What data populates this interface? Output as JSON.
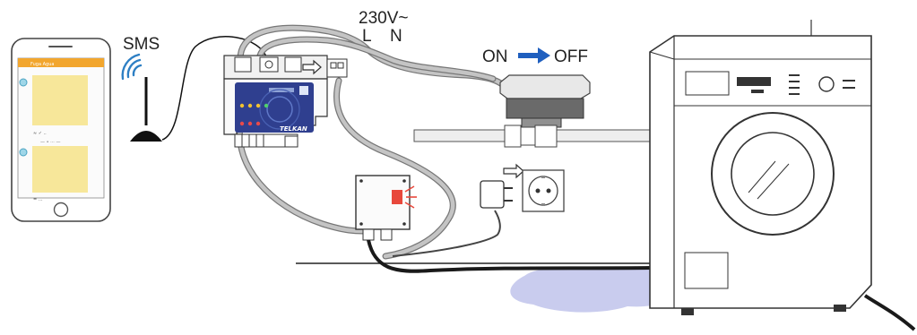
{
  "labels": {
    "sms": "SMS",
    "voltage": "230V~",
    "line": "L",
    "neutral": "N",
    "on": "ON",
    "off": "OFF"
  },
  "phone": {
    "app_title": "Fuga Agua",
    "message1_meta": "≈ ✓ ..",
    "message2_meta": "= ... ",
    "date_divider": "— • ··· —"
  },
  "controller": {
    "brand": "TELKAN"
  },
  "colors": {
    "arrow": "#1f5fbf",
    "controller_panel": "#2f3f8f",
    "app_header": "#f2a62e",
    "message_bubble": "#f7e79a",
    "siren_light": "#e8483c",
    "water_puddle": "#c9ccee",
    "cable_grey": "#b8b8b8",
    "cable_black": "#1a1a1a"
  },
  "icons": [
    "antenna-icon",
    "signal-waves-icon",
    "siren-icon",
    "plug-icon",
    "wall-socket-icon",
    "arrow-right-icon"
  ]
}
